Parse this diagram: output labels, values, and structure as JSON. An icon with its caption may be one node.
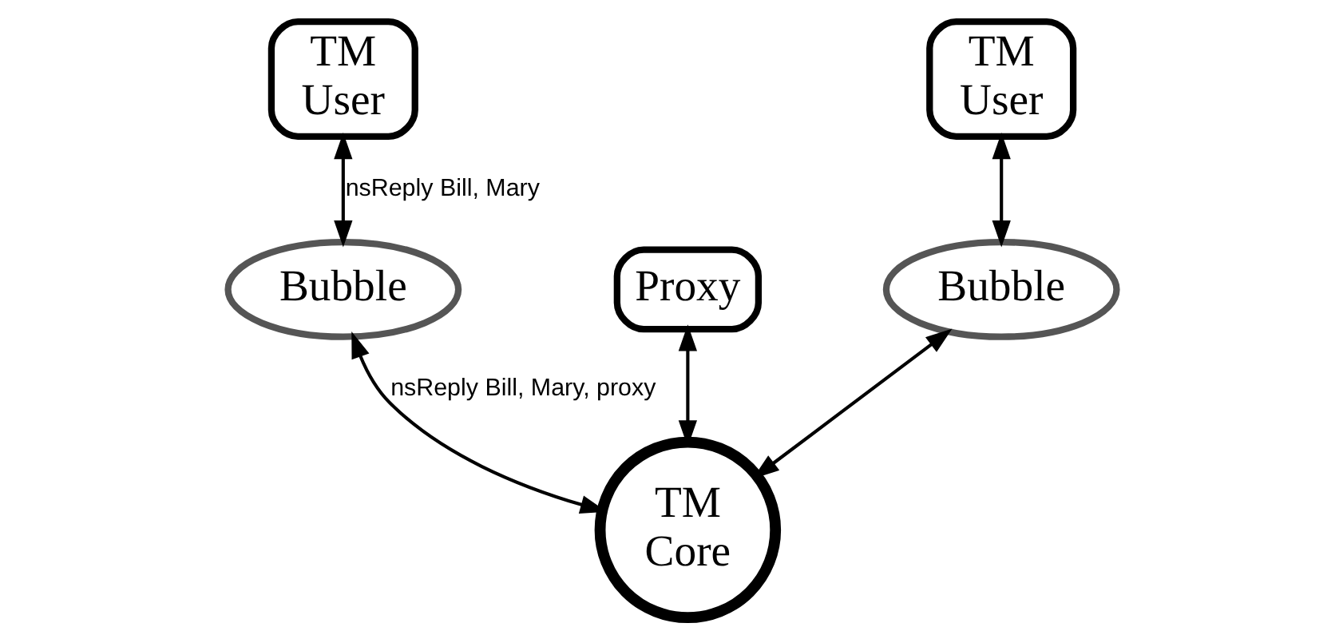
{
  "diagram": {
    "nodes": [
      {
        "text": [
          "TM User"
        ]
      },
      {
        "text": [
          "TM User"
        ]
      },
      {
        "text": [
          "Proxy"
        ]
      },
      {
        "text": [
          "Bubble"
        ]
      },
      {
        "text": [
          "Bubble"
        ]
      },
      {
        "text": [
          "TM Core"
        ]
      }
    ],
    "edges": [
      {
        "from": 0,
        "to": 3,
        "arrow": "both",
        "label": "nsReply Bill, Mary"
      },
      {
        "from": 3,
        "to": 5,
        "arrow": "both",
        "label": "nsReply Bill, Mary, proxy"
      },
      {
        "from": 1,
        "to": 4,
        "arrow": "both"
      },
      {
        "from": 4,
        "to": 5,
        "arrow": "both"
      },
      {
        "from": 2,
        "to": 5,
        "arrow": "both"
      }
    ]
  }
}
